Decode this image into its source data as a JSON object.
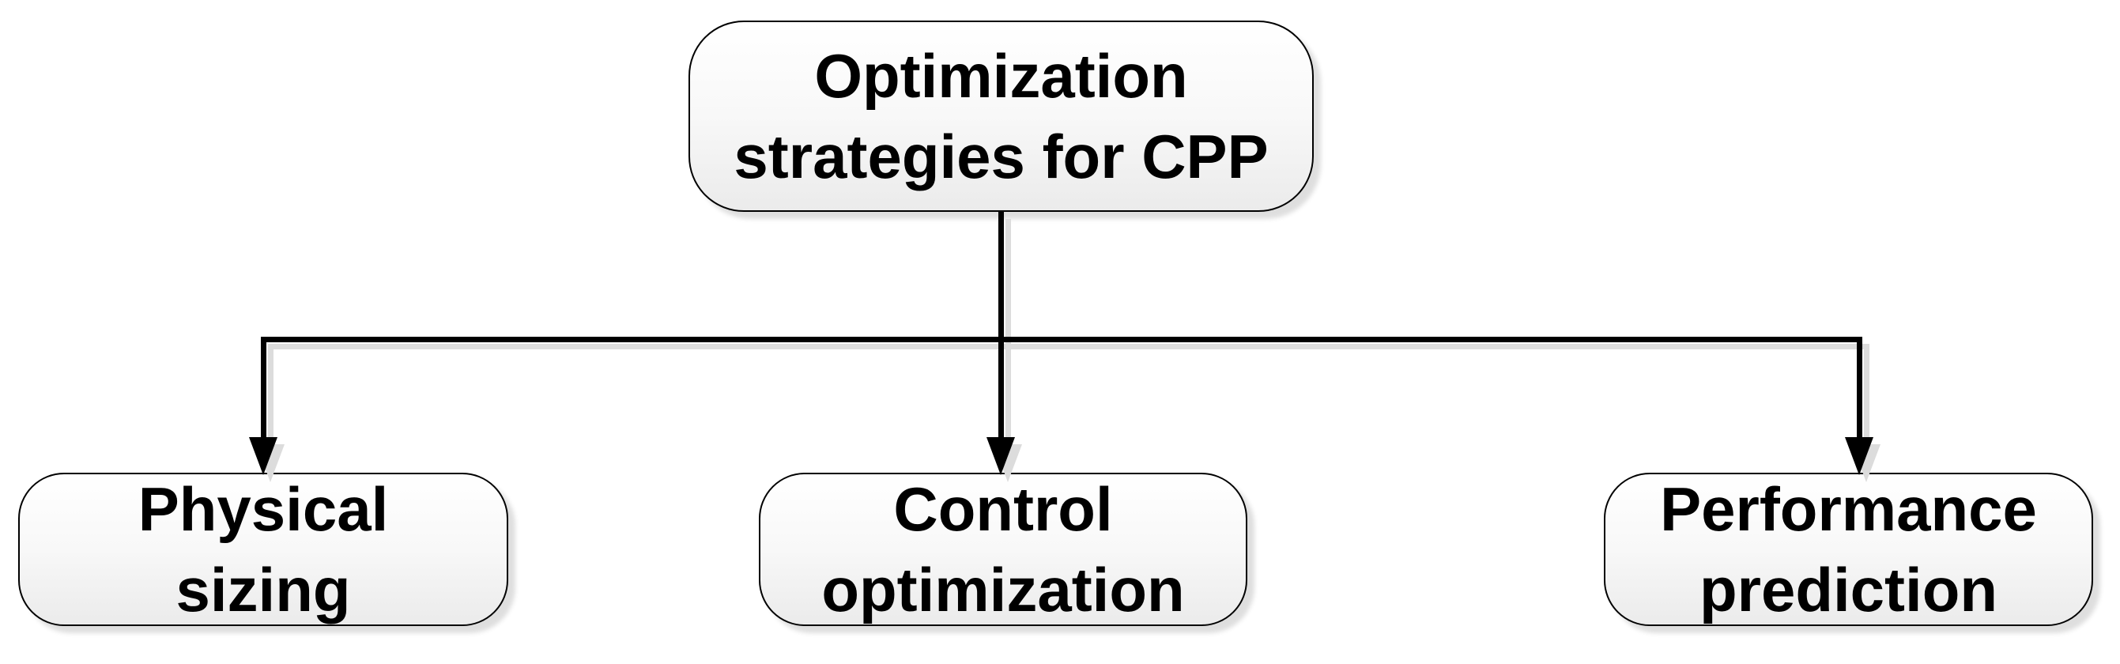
{
  "root_box": {
    "line1": "Optimization",
    "line2": "strategies for CPP"
  },
  "child_boxes": [
    {
      "line1": "Physical",
      "line2": "sizing"
    },
    {
      "line1": "Control",
      "line2": "optimization"
    },
    {
      "line1": "Performance",
      "line2": "prediction"
    }
  ],
  "colors": {
    "background": "#ffffff",
    "text": "#000000",
    "box_border": "#000000",
    "box_fill_top": "#ffffff",
    "box_fill_bottom": "#ebebeb",
    "connector": "#000000",
    "connector_shadow": "#dcdcdc"
  }
}
